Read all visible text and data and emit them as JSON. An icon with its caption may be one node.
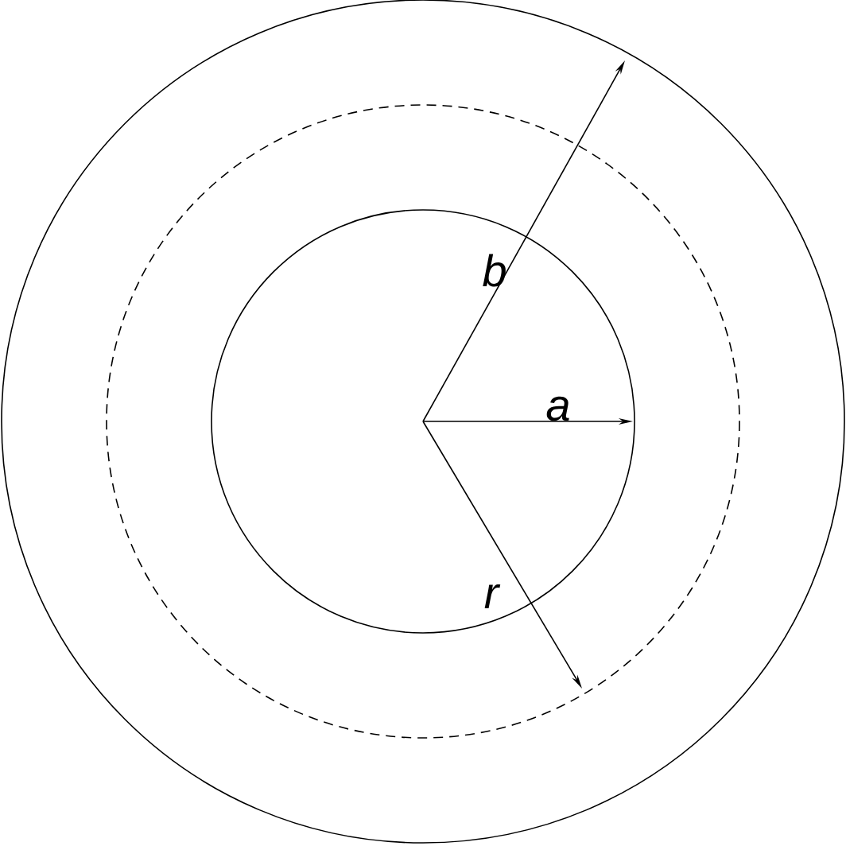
{
  "diagram": {
    "labels": [
      "b",
      "a",
      "r"
    ]
  }
}
